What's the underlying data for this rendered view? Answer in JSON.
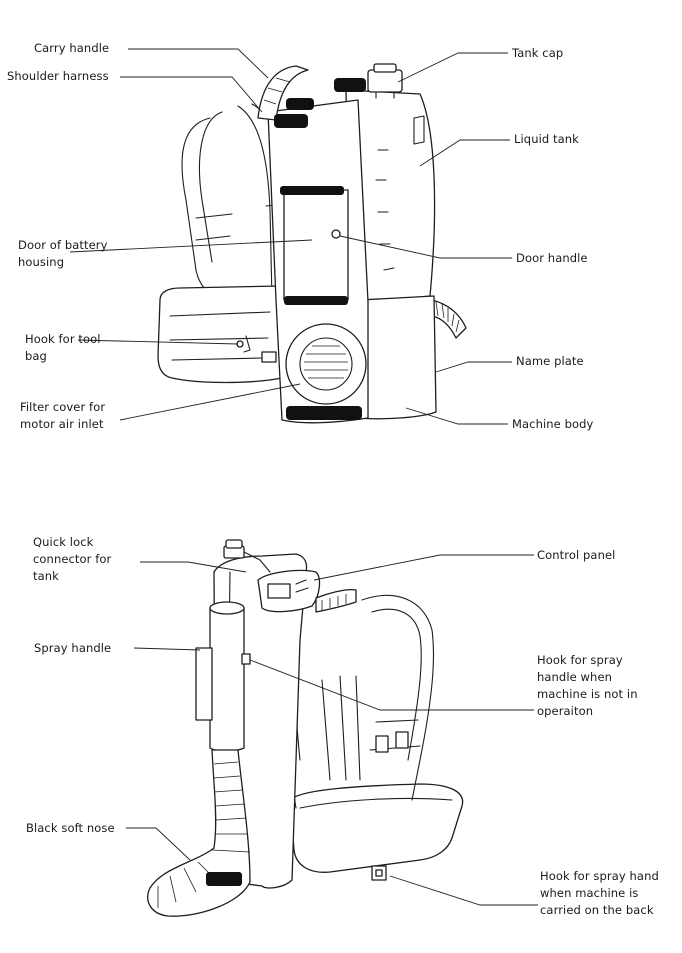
{
  "top_figure": {
    "labels": {
      "carry_handle": "Carry handle",
      "shoulder_harness": "Shoulder harness",
      "door_of_battery_housing": "Door of battery\nhousing",
      "hook_for_tool_bag": "Hook for tool\nbag",
      "filter_cover": "Filter cover for\nmotor air inlet",
      "tank_cap": "Tank cap",
      "liquid_tank": "Liquid tank",
      "door_handle": "Door handle",
      "name_plate": "Name plate",
      "machine_body": "Machine body"
    }
  },
  "bottom_figure": {
    "labels": {
      "quick_lock_connector": "Quick lock\nconnector for\ntank",
      "spray_handle": "Spray handle",
      "black_soft_nose": "Black soft nose",
      "control_panel": "Control panel",
      "hook_not_in_operation": "Hook for spray\nhandle when\nmachine is not in\noperaiton",
      "hook_on_back": "Hook for spray hand\nwhen machine is\ncarried on the back"
    }
  }
}
